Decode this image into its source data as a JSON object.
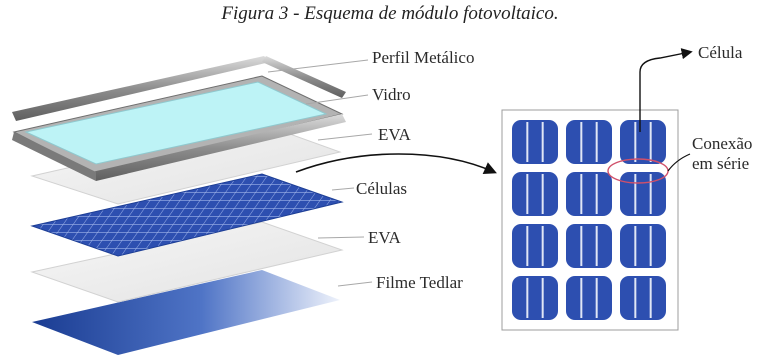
{
  "caption": "Figura 3 - Esquema de módulo fotovoltaico.",
  "layers": {
    "perfil_metalico": "Perfil Metálico",
    "vidro": "Vidro",
    "eva_top": "EVA",
    "celulas": "Células",
    "eva_bottom": "EVA",
    "filme_tedlar": "Filme Tedlar"
  },
  "panel_detail": {
    "celula_label": "Célula",
    "conexao_label_line1": "Conexão",
    "conexao_label_line2": "em série",
    "rows": 4,
    "cols": 3
  },
  "colors": {
    "cell_blue": "#2d4fb0",
    "glass_cyan": "#bdf3f6",
    "frame_gray": "#8a8a8a",
    "eva_white": "#eeeeee",
    "tedlar_dark": "#1c3f95",
    "series_red": "#d0506a"
  }
}
